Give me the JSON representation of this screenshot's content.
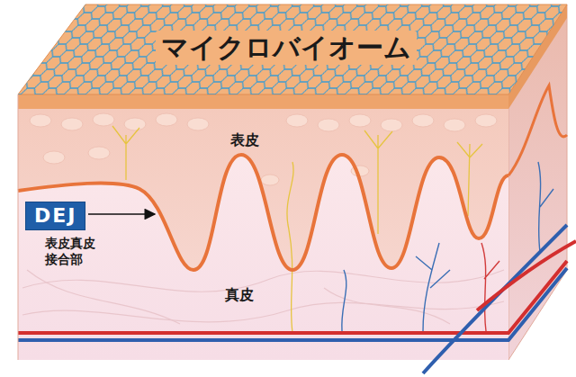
{
  "diagram": {
    "nodes": [
      {
        "text": [
          "DEJ"
        ]
      }
    ],
    "labels": [
      "マイクロバイオーム",
      "表皮",
      "表皮真皮 接合部",
      "真皮"
    ]
  }
}
